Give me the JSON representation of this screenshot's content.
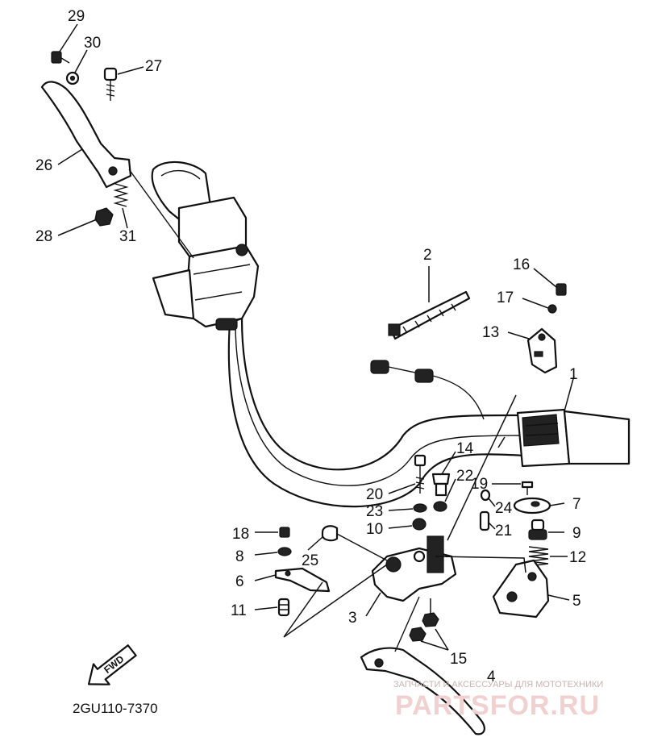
{
  "parts": {
    "p1": "1",
    "p2": "2",
    "p3": "3",
    "p4": "4",
    "p5": "5",
    "p6": "6",
    "p7": "7",
    "p8": "8",
    "p9": "9",
    "p10": "10",
    "p11": "11",
    "p12": "12",
    "p13": "13",
    "p14": "14",
    "p15": "15",
    "p16": "16",
    "p17": "17",
    "p18": "18",
    "p19": "19",
    "p20": "20",
    "p21": "21",
    "p22": "22",
    "p23": "23",
    "p24": "24",
    "p25": "25",
    "p26": "26",
    "p27": "27",
    "p28": "28",
    "p29": "29",
    "p30": "30",
    "p31": "31"
  },
  "fwd_label": "FWD",
  "diagram_code": "2GU110-7370",
  "watermark": {
    "caption": "ЗАПЧАСТИ И АКСЕССУАРЫ ДЛЯ МОТОТЕХНИКИ",
    "brand": "PARTSFOR.RU",
    "color": "#e8a0a0"
  }
}
